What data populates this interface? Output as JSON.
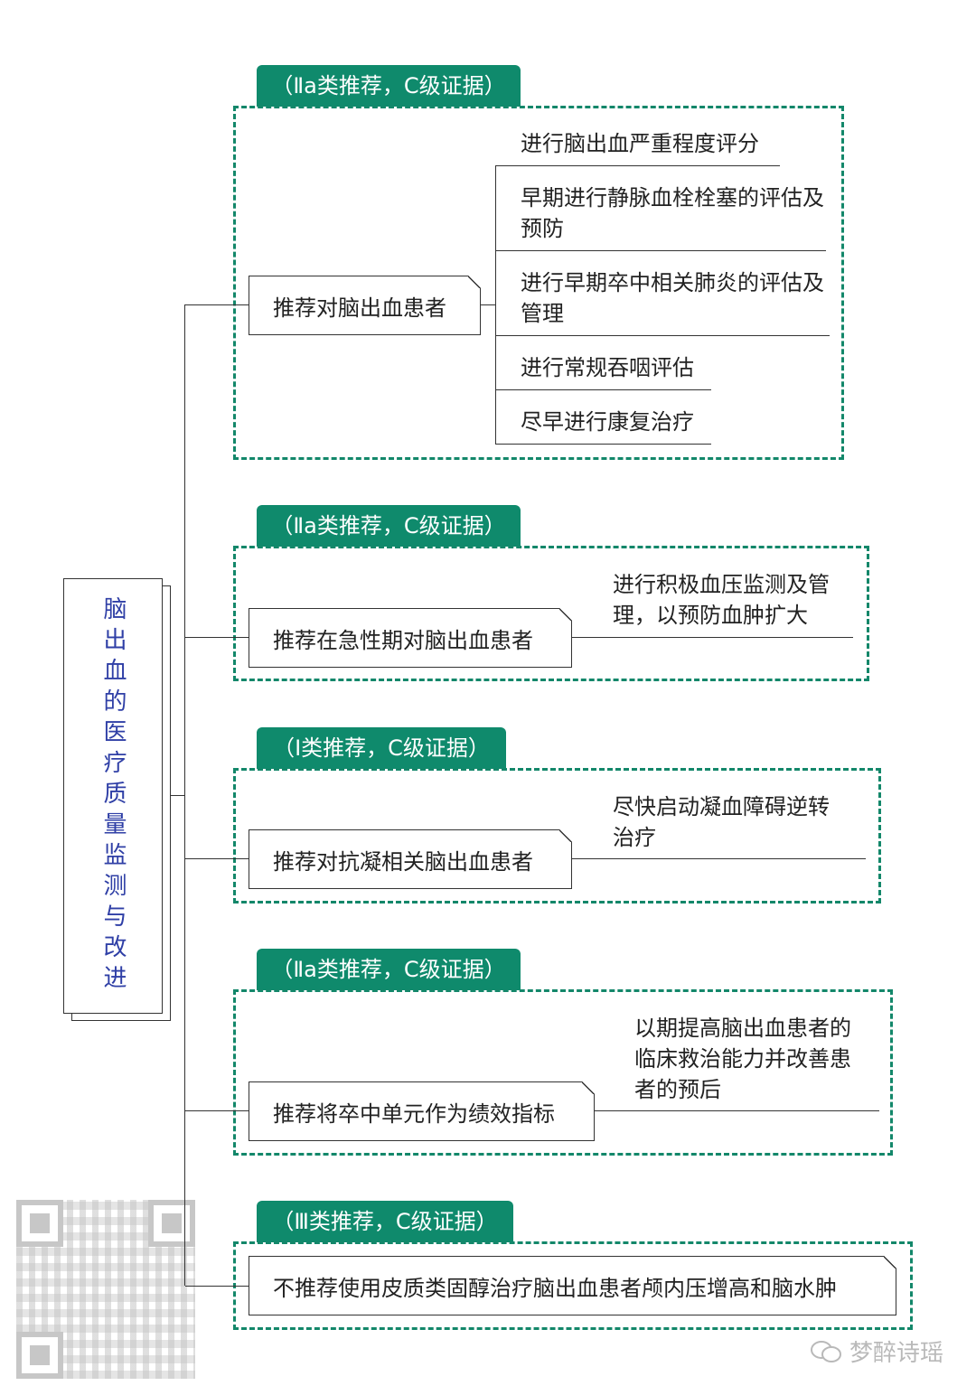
{
  "root": {
    "title": "脑出血的医疗质量监测与改进"
  },
  "groups": [
    {
      "tag": "（Ⅱa类推荐，C级证据）",
      "node": "推荐对脑出血患者",
      "items": [
        "进行脑出血严重程度评分",
        "早期进行静脉血栓栓塞的评估及预防",
        "进行早期卒中相关肺炎的评估及管理",
        "进行常规吞咽评估",
        "尽早进行康复治疗"
      ]
    },
    {
      "tag": "（Ⅱa类推荐，C级证据）",
      "node": "推荐在急性期对脑出血患者",
      "items": [
        "进行积极血压监测及管理，以预防血肿扩大"
      ]
    },
    {
      "tag": "（Ⅰ类推荐，C级证据）",
      "node": "推荐对抗凝相关脑出血患者",
      "items": [
        "尽快启动凝血障碍逆转治疗"
      ]
    },
    {
      "tag": "（Ⅱa类推荐，C级证据）",
      "node": "推荐将卒中单元作为绩效指标",
      "items": [
        "以期提高脑出血患者的临床救治能力并改善患者的预后"
      ]
    },
    {
      "tag": "（Ⅲ类推荐，C级证据）",
      "node": "不推荐使用皮质类固醇治疗脑出血患者颅内压增高和脑水肿",
      "items": []
    }
  ],
  "watermark": {
    "text": "梦醉诗瑶",
    "icon": "wechat-icon"
  },
  "colors": {
    "accent": "#0f8a6c",
    "root_text": "#2f3fa6"
  }
}
